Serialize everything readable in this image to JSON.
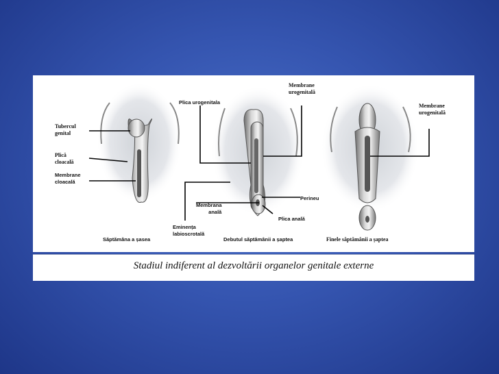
{
  "caption": "Stadiul indiferent al dezvoltării organelor genitale externe",
  "labels": {
    "tubercul": [
      "Tubercul",
      "genital"
    ],
    "plica_cloacala": [
      "Plică",
      "cloacală"
    ],
    "membrane_cloacala": [
      "Membrane",
      "cloacală"
    ],
    "plica_urogenitala": "Plica urogenitala",
    "membrane_urogenitala_1": [
      "Membrane",
      "urogenitală"
    ],
    "membrane_urogenitala_2": [
      "Membrane",
      "urogenitală"
    ],
    "perineu": "Perineu",
    "membrana_anala": [
      "Membrana",
      "anală"
    ],
    "plica_anala": "Plica anală",
    "eminenta": [
      "Eminența",
      "labioscrotală"
    ]
  },
  "stages": {
    "s1": "Săptămâna a șasea",
    "s2": "Debutul săptămânii a șaptea",
    "s3": "Finele săptămânii a șaptea"
  },
  "colors": {
    "background": "#3555b0",
    "panel": "#ffffff",
    "tissue": "#9a9a9a"
  }
}
